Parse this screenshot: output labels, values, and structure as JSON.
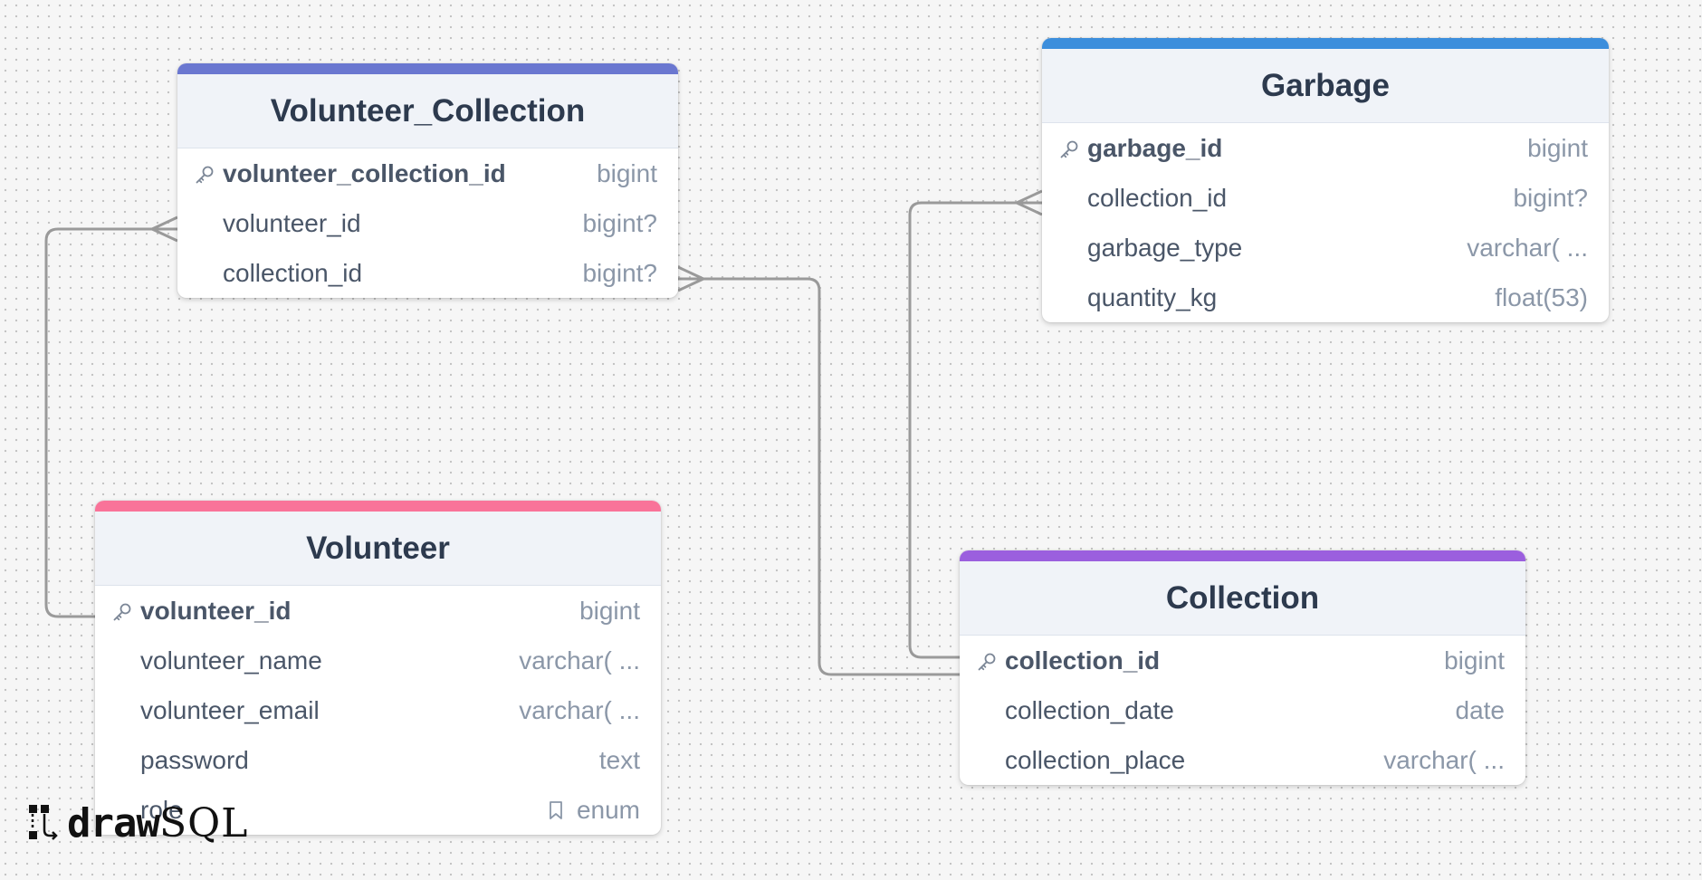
{
  "colors": {
    "volunteer_collection": "#6a77d0",
    "garbage": "#3c8edc",
    "volunteer": "#f97399",
    "collection": "#9b5fde",
    "link": "#9a9a9a"
  },
  "tables": {
    "volunteer_collection": {
      "title": "Volunteer_Collection",
      "fields": [
        {
          "name": "volunteer_collection_id",
          "type": "bigint"
        },
        {
          "name": "volunteer_id",
          "type": "bigint?"
        },
        {
          "name": "collection_id",
          "type": "bigint?"
        }
      ]
    },
    "garbage": {
      "title": "Garbage",
      "fields": [
        {
          "name": "garbage_id",
          "type": "bigint"
        },
        {
          "name": "collection_id",
          "type": "bigint?"
        },
        {
          "name": "garbage_type",
          "type": "varchar( ..."
        },
        {
          "name": "quantity_kg",
          "type": "float(53)"
        }
      ]
    },
    "volunteer": {
      "title": "Volunteer",
      "fields": [
        {
          "name": "volunteer_id",
          "type": "bigint"
        },
        {
          "name": "volunteer_name",
          "type": "varchar( ..."
        },
        {
          "name": "volunteer_email",
          "type": "varchar( ..."
        },
        {
          "name": "password",
          "type": "text"
        },
        {
          "name": "role",
          "type": "enum"
        }
      ]
    },
    "collection": {
      "title": "Collection",
      "fields": [
        {
          "name": "collection_id",
          "type": "bigint"
        },
        {
          "name": "collection_date",
          "type": "date"
        },
        {
          "name": "collection_place",
          "type": "varchar( ..."
        }
      ]
    }
  },
  "logo": {
    "part1": "draw",
    "part2": "SQL"
  }
}
